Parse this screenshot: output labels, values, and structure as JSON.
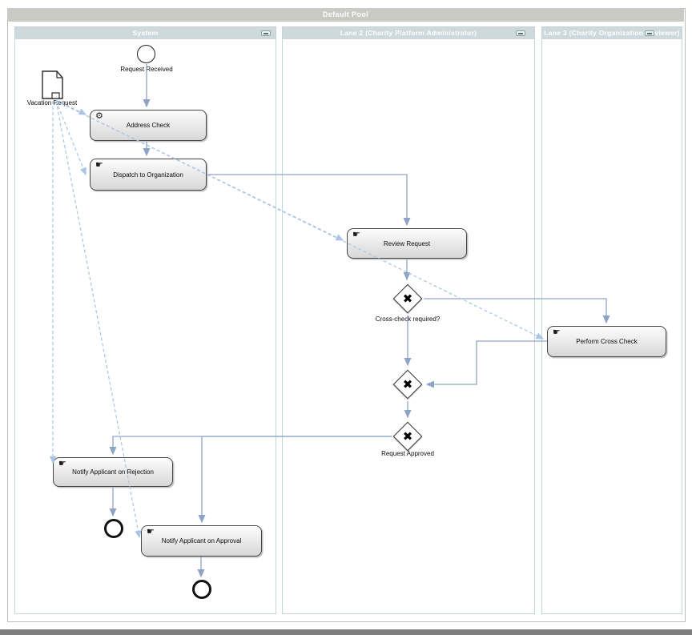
{
  "pool": {
    "title": "Default Pool"
  },
  "lanes": [
    {
      "id": "system",
      "label": "System"
    },
    {
      "id": "lane2",
      "label": "Lane 2 (Charity Platform  Administrator)"
    },
    {
      "id": "lane3",
      "label": "Lane 3 (Charity Organization Reviewer)"
    }
  ],
  "icons": {
    "gears": "⚙",
    "hand": "☛",
    "gateway_x": "✖"
  },
  "nodes": {
    "start_event": {
      "type": "start-event",
      "label": "Request Received"
    },
    "data_object": {
      "type": "data-object",
      "label": "Vacation Request"
    },
    "address_check": {
      "type": "service-task",
      "label": "Address Check"
    },
    "dispatch": {
      "type": "manual-task",
      "label": "Dispatch to Organization"
    },
    "review_request": {
      "type": "manual-task",
      "label": "Review Request"
    },
    "gateway_crosscheck": {
      "type": "exclusive-gateway",
      "label": "Cross-check required?"
    },
    "perform_cross_check": {
      "type": "manual-task",
      "label": "Perform Cross Check"
    },
    "gateway_merge": {
      "type": "exclusive-gateway",
      "label": ""
    },
    "gateway_approved": {
      "type": "exclusive-gateway",
      "label": "Request Approved"
    },
    "notify_rejection": {
      "type": "manual-task",
      "label": "Notify Applicant on Rejection"
    },
    "end_rejection": {
      "type": "end-event",
      "label": ""
    },
    "notify_approval": {
      "type": "manual-task",
      "label": "Notify Applicant on Approval"
    },
    "end_approval": {
      "type": "end-event",
      "label": ""
    }
  },
  "flows": [
    {
      "from": "start_event",
      "to": "address_check",
      "kind": "sequence"
    },
    {
      "from": "address_check",
      "to": "dispatch",
      "kind": "sequence"
    },
    {
      "from": "dispatch",
      "to": "review_request",
      "kind": "sequence"
    },
    {
      "from": "review_request",
      "to": "gateway_crosscheck",
      "kind": "sequence"
    },
    {
      "from": "gateway_crosscheck",
      "to": "perform_cross_check",
      "kind": "sequence"
    },
    {
      "from": "gateway_crosscheck",
      "to": "gateway_merge",
      "kind": "sequence"
    },
    {
      "from": "perform_cross_check",
      "to": "gateway_merge",
      "kind": "sequence"
    },
    {
      "from": "gateway_merge",
      "to": "gateway_approved",
      "kind": "sequence"
    },
    {
      "from": "gateway_approved",
      "to": "notify_rejection",
      "kind": "sequence"
    },
    {
      "from": "gateway_approved",
      "to": "notify_approval",
      "kind": "sequence"
    },
    {
      "from": "notify_rejection",
      "to": "end_rejection",
      "kind": "sequence"
    },
    {
      "from": "notify_approval",
      "to": "end_approval",
      "kind": "sequence"
    },
    {
      "from": "data_object",
      "to": "address_check",
      "kind": "data-association"
    },
    {
      "from": "data_object",
      "to": "dispatch",
      "kind": "data-association"
    },
    {
      "from": "data_object",
      "to": "review_request",
      "kind": "data-association"
    },
    {
      "from": "data_object",
      "to": "perform_cross_check",
      "kind": "data-association"
    },
    {
      "from": "data_object",
      "to": "notify_rejection",
      "kind": "data-association"
    },
    {
      "from": "data_object",
      "to": "notify_approval",
      "kind": "data-association"
    }
  ],
  "colors": {
    "pool_header_bg": "#c9cac3",
    "lane_header_bg": "#cdd9dc",
    "header_text": "#ffffff",
    "sequence_flow": "#8fa3c6",
    "data_association": "#a9c4e6",
    "task_border": "#454545",
    "task_fill_top": "#fdfdfd",
    "task_fill_bottom": "#d7d7d7"
  }
}
